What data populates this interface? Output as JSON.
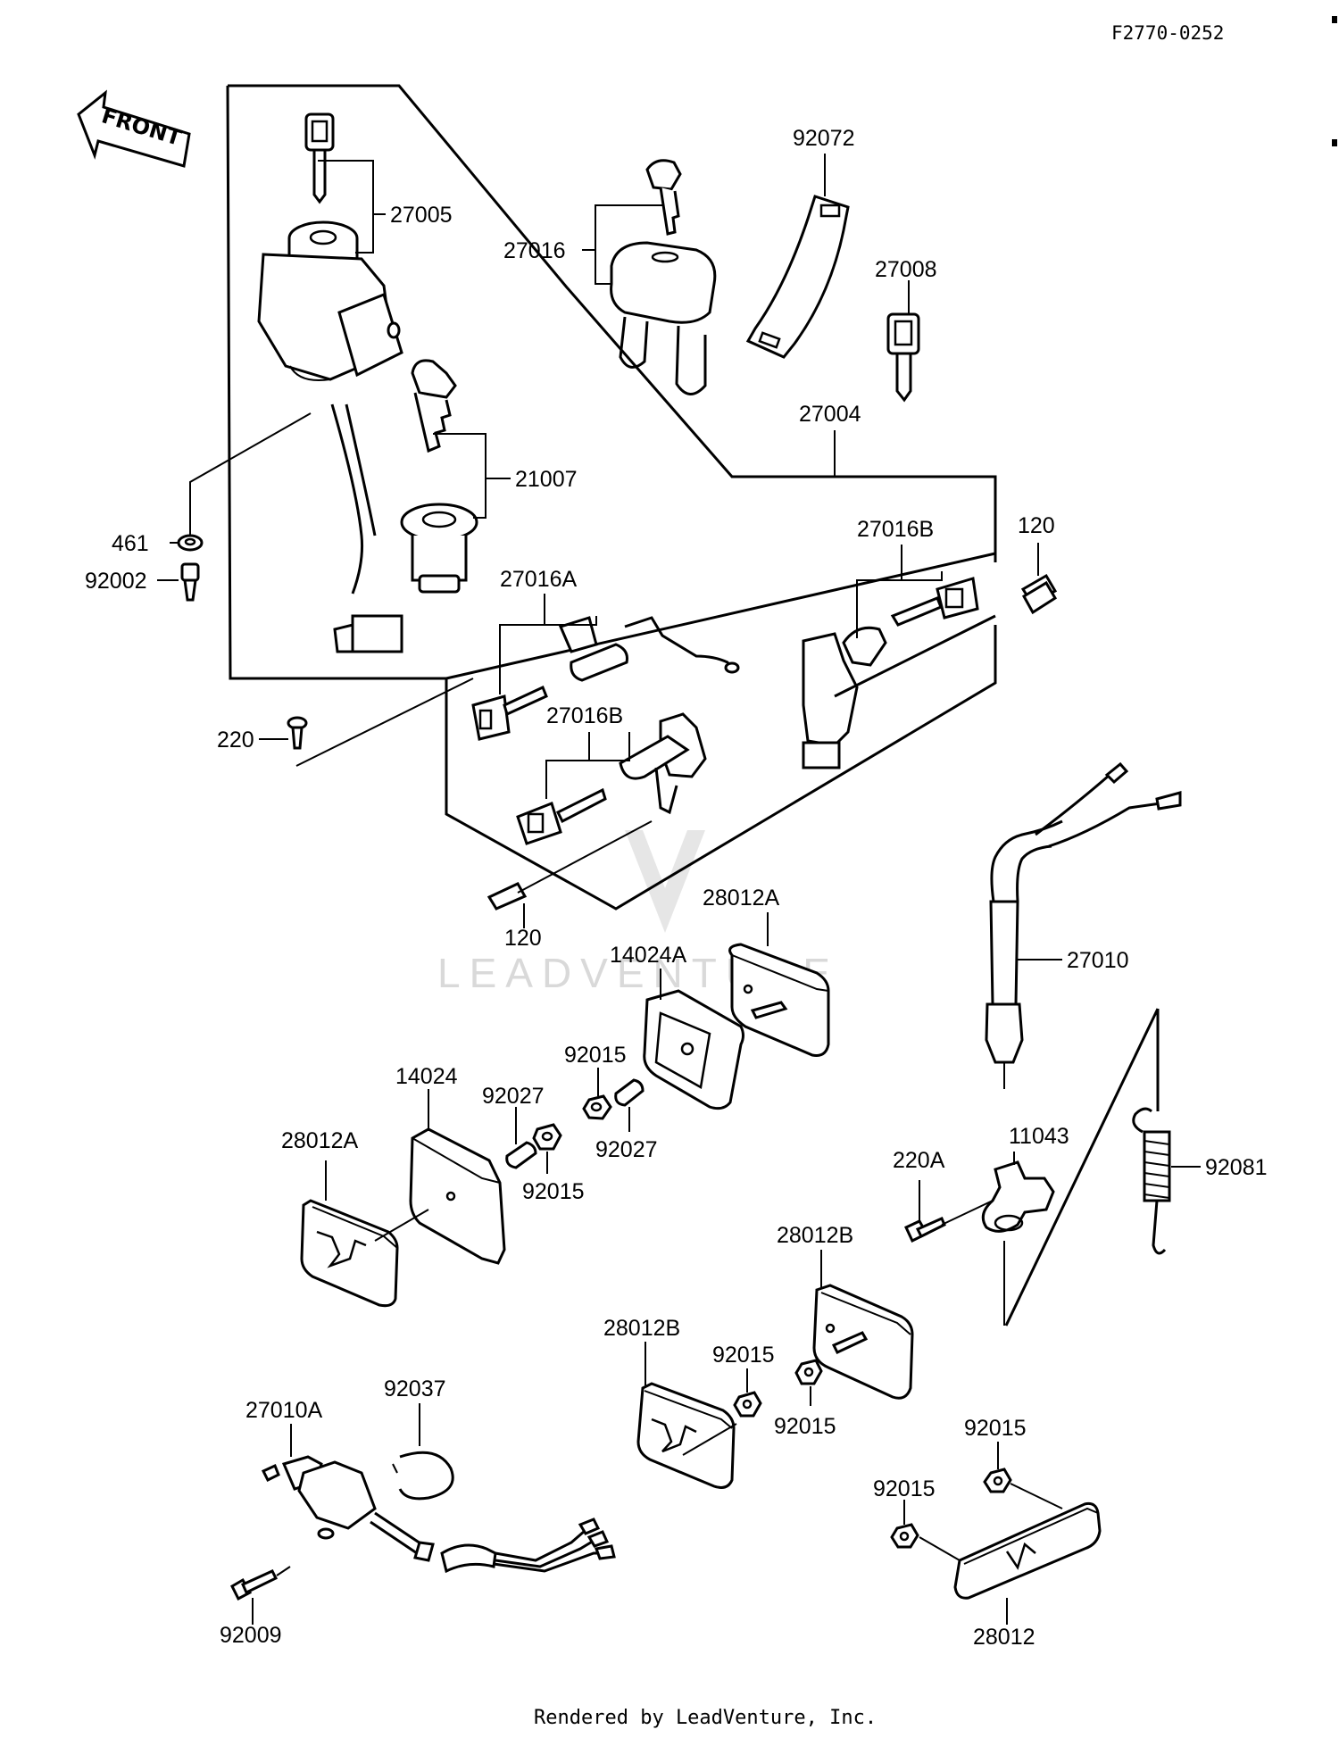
{
  "diagram_code": "F2770-0252",
  "front_arrow": "FRONT",
  "watermark": "LEADVENTURE",
  "footer": "Rendered by LeadVenture, Inc.",
  "parts": {
    "p27005": "27005",
    "p92072": "92072",
    "p27016": "27016",
    "p27008": "27008",
    "p27004": "27004",
    "p21007": "21007",
    "p461": "461",
    "p92002": "92002",
    "p27016A": "27016A",
    "p27016B_top": "27016B",
    "p120_top": "120",
    "p27016B_mid": "27016B",
    "p220": "220",
    "p120_bottom": "120",
    "p28012A_top": "28012A",
    "p14024A": "14024A",
    "p27010": "27010",
    "p92015_a": "92015",
    "p92027_a": "92027",
    "p14024": "14024",
    "p92027_b": "92027",
    "p28012A_left": "28012A",
    "p92015_b": "92015",
    "p11043": "11043",
    "p220A": "220A",
    "p92081": "92081",
    "p28012B_right": "28012B",
    "p92015_c": "92015",
    "p28012B_left": "28012B",
    "p92015_d": "92015",
    "p92037": "92037",
    "p27010A": "27010A",
    "p92015_e": "92015",
    "p92015_f": "92015",
    "p92009": "92009",
    "p28012": "28012"
  }
}
